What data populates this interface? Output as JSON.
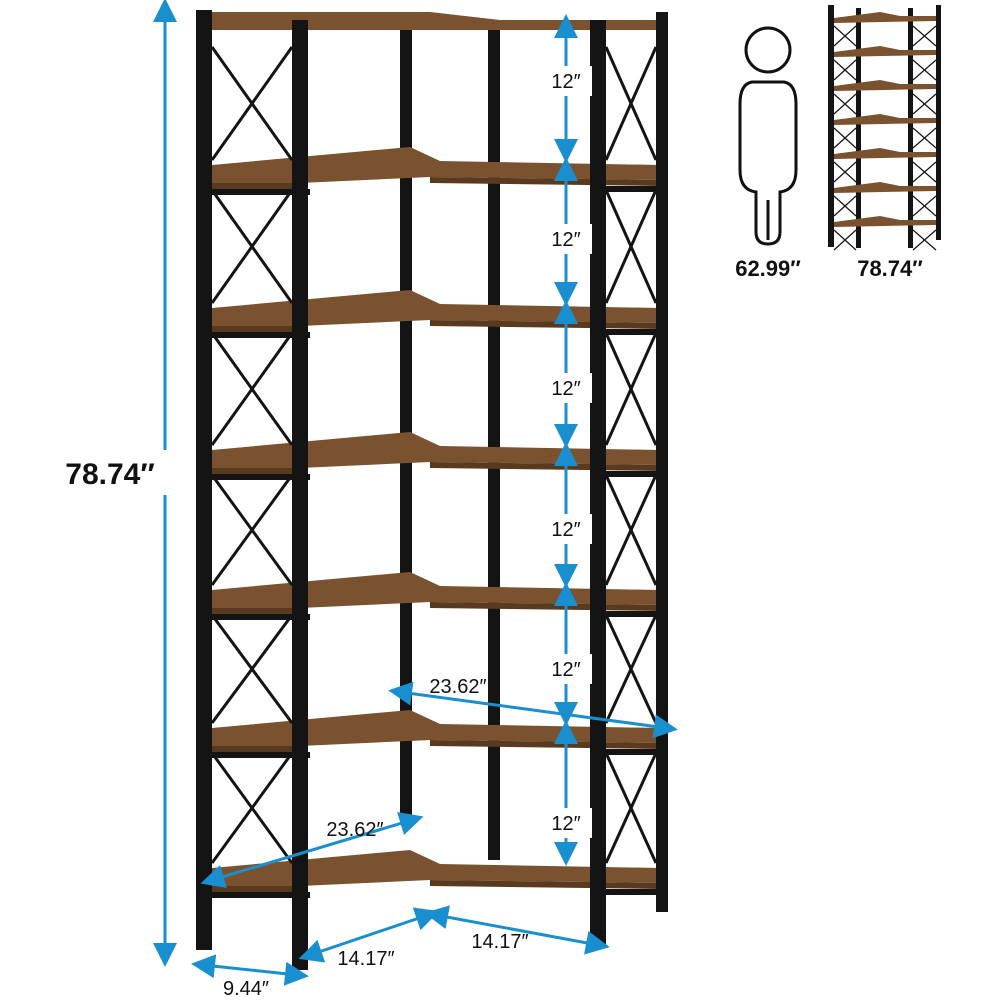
{
  "product": "7-tier L-shaped corner bookshelf",
  "colors": {
    "wood": "#7a5230",
    "wood_dark": "#5a3a1e",
    "frame": "#141414",
    "arrow": "#1a8fd0",
    "text": "#111111"
  },
  "dimensions": {
    "total_height": "78.74″",
    "shelf_spacing": [
      "12″",
      "12″",
      "12″",
      "12″",
      "12″",
      "12″"
    ],
    "diagonal_upper": "23.62″",
    "diagonal_lower": "23.62″",
    "depth": "9.44″",
    "width_left": "14.17″",
    "width_right": "14.17″"
  },
  "comparison": {
    "person_height": "62.99″",
    "shelf_height": "78.74″",
    "person_icon": "person-silhouette-icon",
    "shelf_icon": "bookshelf-thumbnail-icon"
  }
}
